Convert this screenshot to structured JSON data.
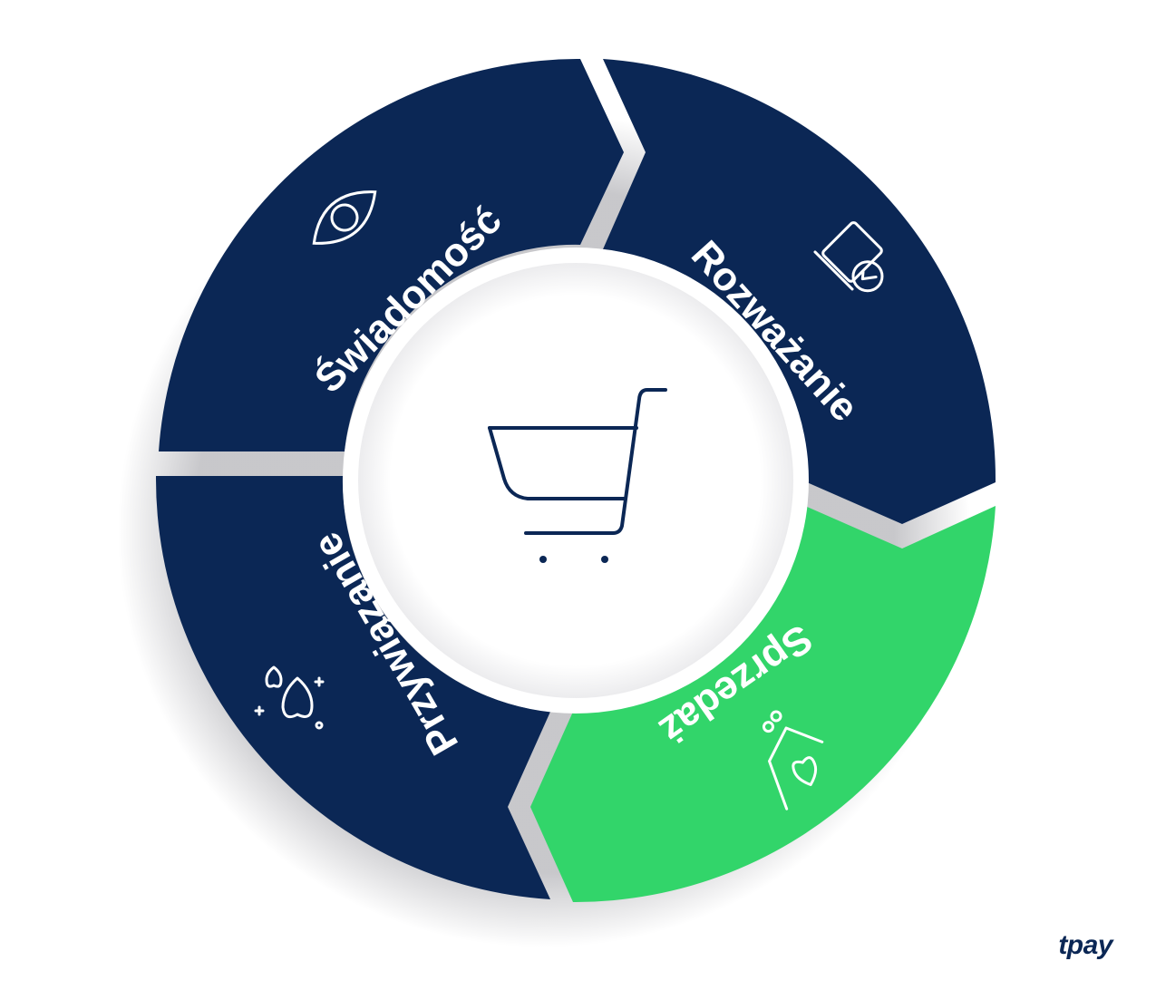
{
  "diagram": {
    "segments": [
      {
        "key": "awareness",
        "label": "Świadomość",
        "icon": "eye-icon",
        "color": "#0b2755"
      },
      {
        "key": "consideration",
        "label": "Rozważanie",
        "icon": "devices-check-icon",
        "color": "#0b2755"
      },
      {
        "key": "sale",
        "label": "Sprzedaż",
        "icon": "hand-heart-icon",
        "color": "#32d56a"
      },
      {
        "key": "loyalty",
        "label": "Przywiązanie",
        "icon": "hearts-sparkle-icon",
        "color": "#0b2755"
      }
    ],
    "center_icon": "shopping-cart-icon",
    "icon_color": "#ffffff",
    "center_color": "#f4f4f5"
  },
  "brand": {
    "logo_text": "tpay",
    "color": "#0b2755"
  }
}
